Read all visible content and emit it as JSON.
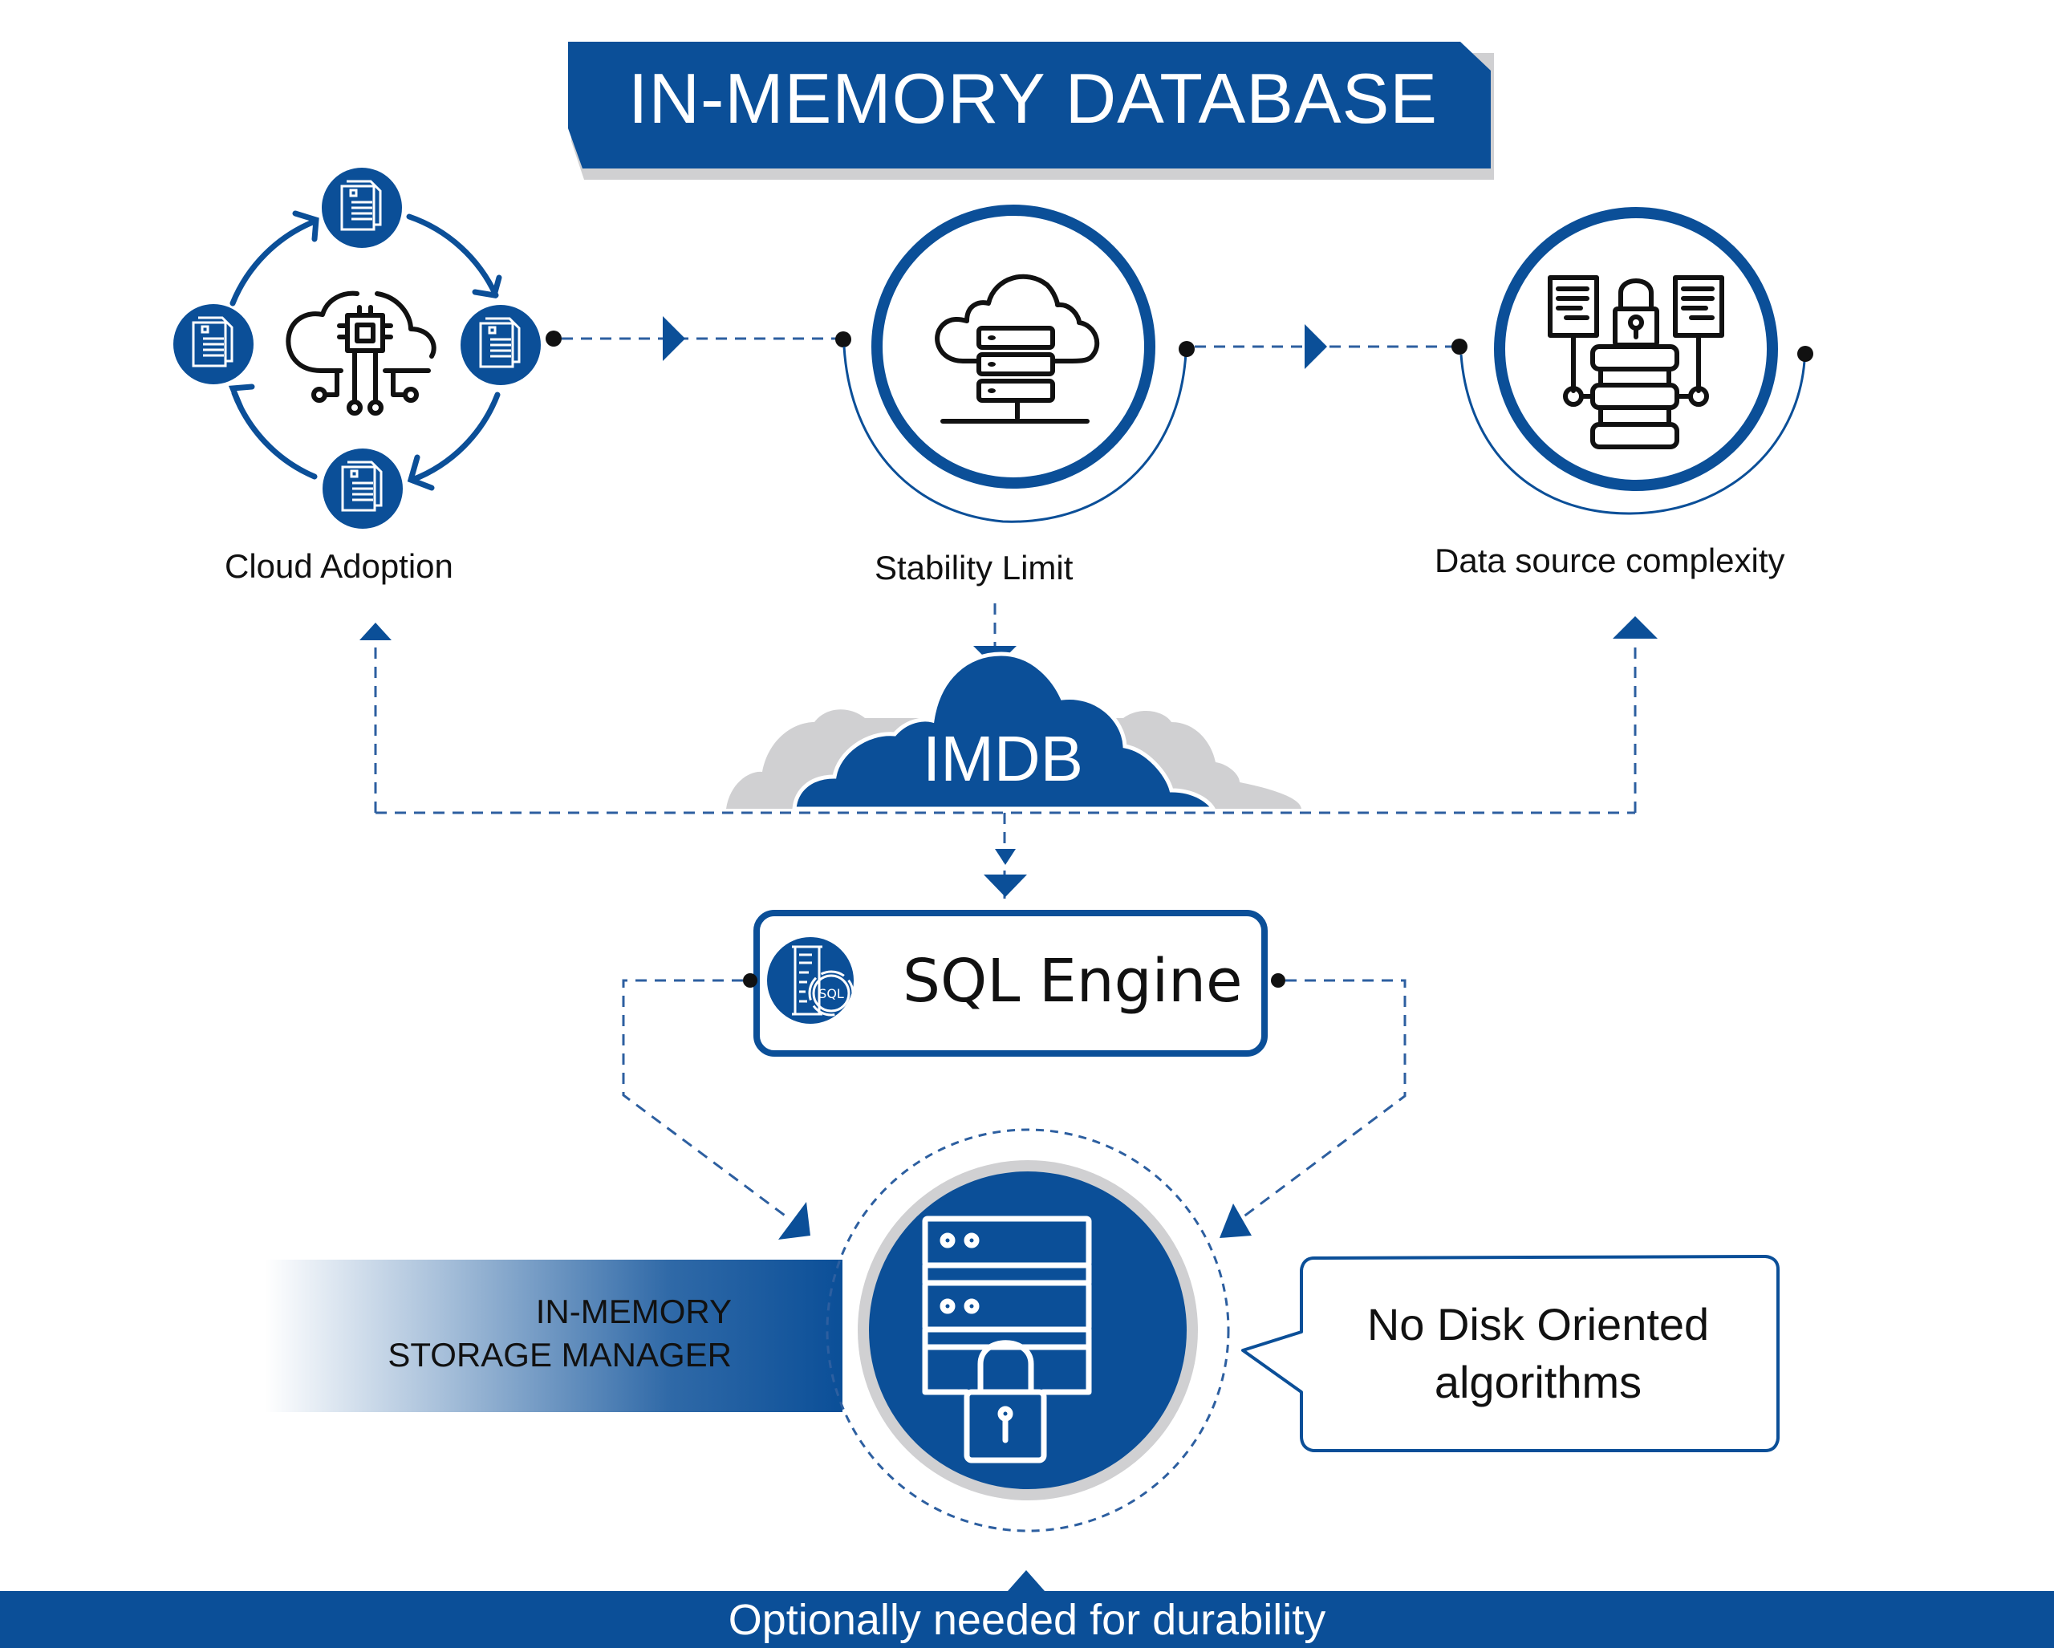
{
  "title": "IN-MEMORY DATABASE",
  "colors": {
    "primary_blue": "#0b4f98",
    "shadow_gray": "#d0d0d2",
    "text_dark": "#111111",
    "white": "#ffffff"
  },
  "top_row": [
    {
      "label": "Cloud Adoption",
      "icon": "cloud-chip-cycle-icon"
    },
    {
      "label": "Stability Limit",
      "icon": "cloud-server-icon"
    },
    {
      "label": "Data source complexity",
      "icon": "database-lock-documents-icon"
    }
  ],
  "imdb": {
    "label": "IMDB",
    "icon": "cloud-icon"
  },
  "sql_engine": {
    "label": "SQL Engine",
    "icon": "sql-server-icon"
  },
  "storage_manager": {
    "label_line1": "IN-MEMORY",
    "label_line2": "STORAGE MANAGER",
    "icon": "server-lock-icon"
  },
  "callout": {
    "line1": "No Disk Oriented",
    "line2": "algorithms"
  },
  "footer": {
    "label": "Optionally needed for durability"
  }
}
